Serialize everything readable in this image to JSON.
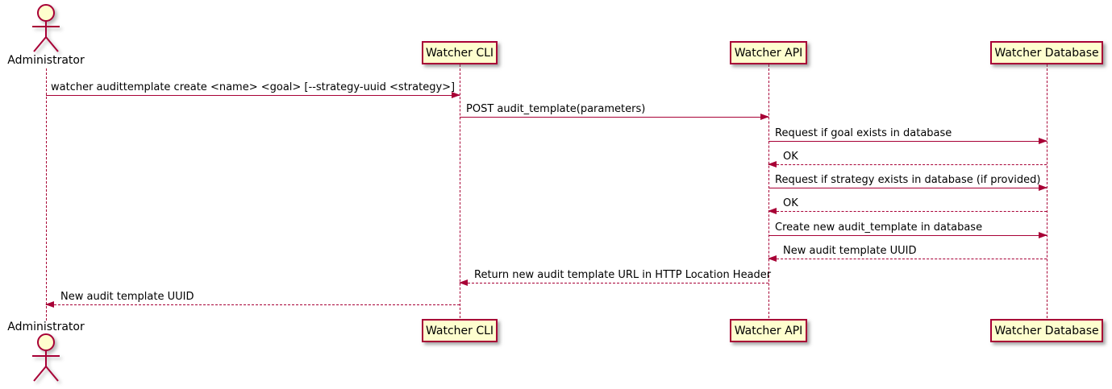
{
  "diagram": {
    "kind": "uml-sequence-diagram",
    "colors": {
      "participant_fill": "#FEFECE",
      "stroke": "#A80036",
      "text": "#000000",
      "background": "#FFFFFF"
    },
    "participants": [
      {
        "id": "administrator",
        "label": "Administrator",
        "type": "actor"
      },
      {
        "id": "watcher-cli",
        "label": "Watcher CLI",
        "type": "participant"
      },
      {
        "id": "watcher-api",
        "label": "Watcher API",
        "type": "participant"
      },
      {
        "id": "watcher-database",
        "label": "Watcher Database",
        "type": "participant"
      }
    ],
    "messages": [
      {
        "from": "administrator",
        "to": "watcher-cli",
        "style": "solid",
        "label": "watcher audittemplate create <name> <goal> [--strategy-uuid <strategy>]"
      },
      {
        "from": "watcher-cli",
        "to": "watcher-api",
        "style": "solid",
        "label": "POST audit_template(parameters)"
      },
      {
        "from": "watcher-api",
        "to": "watcher-database",
        "style": "solid",
        "label": "Request if goal exists in database"
      },
      {
        "from": "watcher-database",
        "to": "watcher-api",
        "style": "dashed",
        "label": "OK"
      },
      {
        "from": "watcher-api",
        "to": "watcher-database",
        "style": "solid",
        "label": "Request if strategy exists in database (if provided)"
      },
      {
        "from": "watcher-database",
        "to": "watcher-api",
        "style": "dashed",
        "label": "OK"
      },
      {
        "from": "watcher-api",
        "to": "watcher-database",
        "style": "solid",
        "label": "Create new audit_template in database"
      },
      {
        "from": "watcher-database",
        "to": "watcher-api",
        "style": "dashed",
        "label": "New audit template UUID"
      },
      {
        "from": "watcher-api",
        "to": "watcher-cli",
        "style": "dashed",
        "label": "Return new audit template URL in HTTP Location Header"
      },
      {
        "from": "watcher-cli",
        "to": "administrator",
        "style": "dashed",
        "label": "New audit template UUID"
      }
    ]
  }
}
